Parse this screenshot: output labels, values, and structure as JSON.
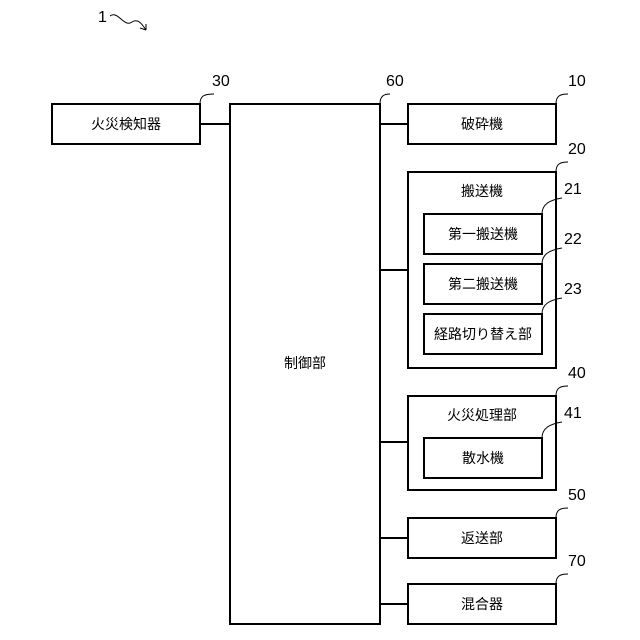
{
  "figure_number": "1",
  "blocks": {
    "fire_detector": {
      "label": "火災検知器",
      "ref": "30"
    },
    "control_unit": {
      "label": "制御部",
      "ref": "60"
    },
    "crusher": {
      "label": "破砕機",
      "ref": "10"
    },
    "conveyor": {
      "label": "搬送機",
      "ref": "20"
    },
    "first_conveyor": {
      "label": "第一搬送機",
      "ref": "21"
    },
    "second_conveyor": {
      "label": "第二搬送機",
      "ref": "22"
    },
    "route_switcher": {
      "label": "経路切り替え部",
      "ref": "23"
    },
    "fire_processing": {
      "label": "火災処理部",
      "ref": "40"
    },
    "sprinkler": {
      "label": "散水機",
      "ref": "41"
    },
    "return_unit": {
      "label": "返送部",
      "ref": "50"
    },
    "mixer": {
      "label": "混合器",
      "ref": "70"
    }
  }
}
